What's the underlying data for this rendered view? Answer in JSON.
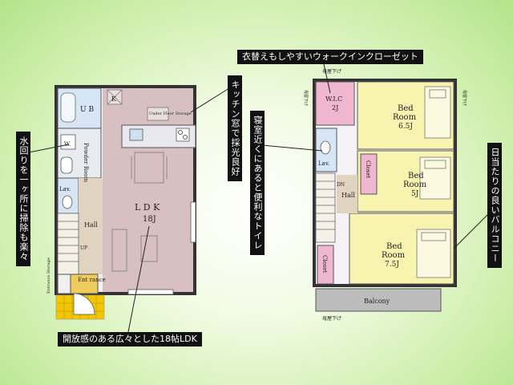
{
  "callouts": {
    "wic": "衣替えもしやすいウォークインクローゼット",
    "kitchen": "キッチン窓で採光良好",
    "water": "水回りを一ヶ所に掃除も楽々",
    "toilet": "寝室近くにあると便利なトイレ",
    "balcony": "日当たりの良いバルコニー",
    "ldk": "開放感のある広々とした18帖LDK"
  },
  "floor1": {
    "ub": "U B",
    "powder": "Powder Room",
    "w": "W.",
    "lav": "Lav.",
    "hall": "Hall",
    "up": "UP",
    "entrance": "Ent rance",
    "entrance_storage": "Entrance Storage",
    "k": "K",
    "under_floor": "Under Floor Storage",
    "ldk": "L D K",
    "ldk_size": "18J"
  },
  "floor2": {
    "wic": "W.I.C",
    "wic_size": "2J",
    "bed1": "Bed",
    "bed1b": "Room",
    "bed1_size": "6.5J",
    "bed2": "Bed",
    "bed2b": "Room",
    "bed2_size": "5J",
    "bed3": "Bed",
    "bed3b": "Room",
    "bed3_size": "7.5J",
    "closet1": "Closet",
    "closet2": "Closet",
    "lav": "Lav.",
    "hall": "Hall",
    "dn": "DN",
    "balcony": "Balcony",
    "mado": "母屋下げ"
  }
}
